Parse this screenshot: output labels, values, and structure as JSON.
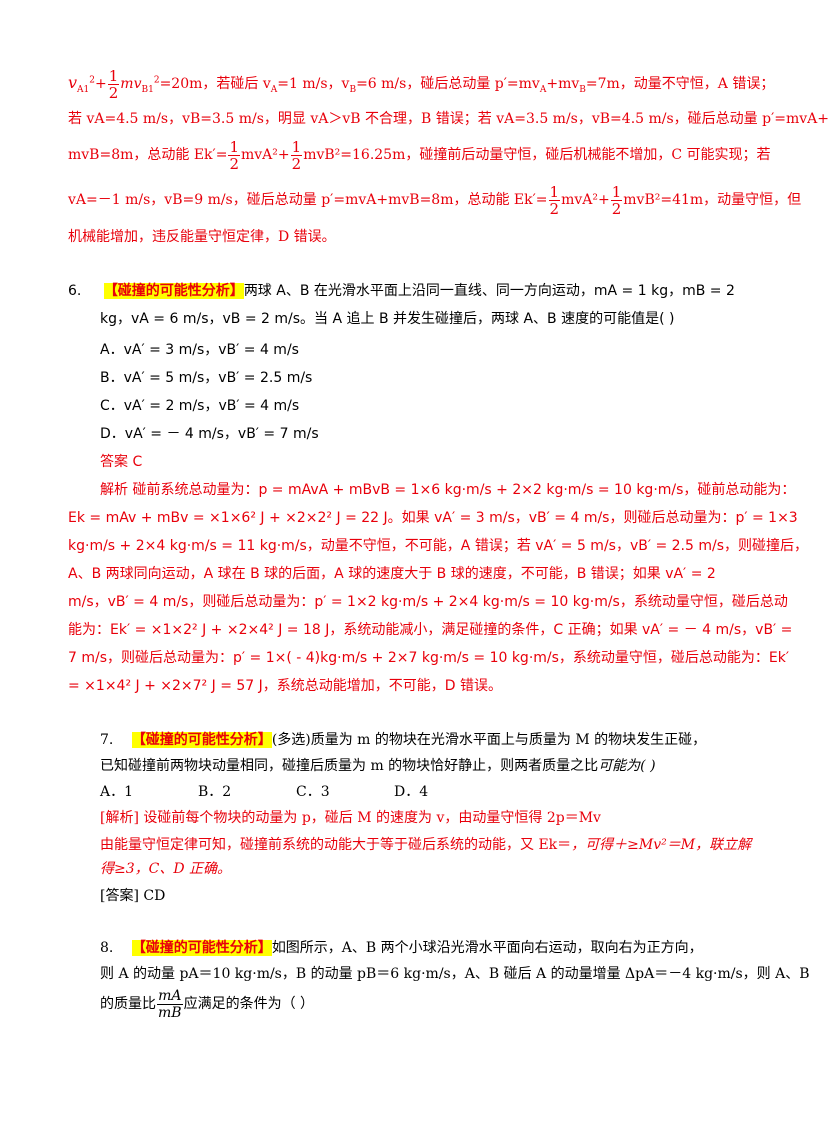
{
  "block5": {
    "l1_a": "v",
    "l1_b": "A1",
    "l1_c": "2",
    "l1_d": "+",
    "l1_frac_num": "1",
    "l1_frac_den": "2",
    "l1_e": "mv",
    "l1_f": "B1",
    "l1_g": "2",
    "l1_h": "=20m，若碰后 v",
    "l1_i": "A",
    "l1_j": "=1 m/s，v",
    "l1_k": "B",
    "l1_l": "=6 m/s，碰后总动量 p′=mv",
    "l1_m": "A",
    "l1_n": "+mv",
    "l1_o": "B",
    "l1_p": "=7m，动量不守恒，A 错误；",
    "l2": "若 vA=4.5 m/s，vB=3.5 m/s，明显 vA＞vB 不合理，B 错误；若 vA=3.5 m/s，vB=4.5 m/s，碰后总动量 p′=mvA+",
    "l3_a": "mvB=8m，总动能 Ek′=",
    "l3_b": "mvA²+",
    "l3_c": "mvB²=16.25m，碰撞前后动量守恒，碰后机械能不增加，C 可能实现；若",
    "l4_a": "vA=－1 m/s，vB=9 m/s，碰后总动量 p′=mvA+mvB=8m，总动能 Ek′=",
    "l4_b": "mvA²+",
    "l4_c": "mvB²=41m，动量守恒，但",
    "l5": "机械能增加，违反能量守恒定律，D 错误。"
  },
  "q6": {
    "number": "6.",
    "tag": "【碰撞的可能性分析】",
    "stem1": "两球 A、B 在光滑水平面上沿同一直线、同一方向运动，mA = 1  kg，mB = 2",
    "stem2": "kg，vA = 6  m/s，vB = 2  m/s。当 A 追上 B 并发生碰撞后，两球 A、B 速度的可能值是(        )",
    "options": [
      "A．vA′ = 3  m/s，vB′ = 4  m/s",
      "B．vA′ = 5  m/s，vB′ = 2.5  m/s",
      "C．vA′ = 2  m/s，vB′ = 4  m/s",
      "D．vA′ = － 4  m/s，vB′ = 7  m/s"
    ],
    "answer": "答案    C",
    "analysis": [
      "解析    碰前系统总动量为：p = mAvA + mBvB = 1×6  kg·m/s + 2×2  kg·m/s = 10  kg·m/s，碰前总动能为：",
      "Ek = mAv + mBv = ×1×6²  J + ×2×2²  J = 22  J。如果 vA′ = 3  m/s，vB′ = 4  m/s，则碰后总动量为：p′ = 1×3",
      "kg·m/s + 2×4  kg·m/s = 11  kg·m/s，动量不守恒，不可能，A 错误；若 vA′ = 5  m/s，vB′ = 2.5  m/s，则碰撞后，",
      "A、B 两球同向运动，A 球在 B 球的后面，A 球的速度大于 B 球的速度，不可能，B 错误；如果 vA′ = 2",
      "m/s，vB′ = 4  m/s，则碰后总动量为：p′ = 1×2  kg·m/s + 2×4  kg·m/s = 10  kg·m/s，系统动量守恒，碰后总动",
      "能为：Ek′ = ×1×2²  J + ×2×4²  J = 18  J，系统动能减小，满足碰撞的条件，C 正确；如果 vA′ = － 4  m/s，vB′ =",
      "7  m/s，则碰后总动量为：p′ = 1×( - 4)kg·m/s + 2×7  kg·m/s = 10  kg·m/s，系统动量守恒，碰后总动能为：Ek′",
      "= ×1×4²  J + ×2×7²  J = 57  J，系统总动能增加，不可能，D 错误。"
    ]
  },
  "q7": {
    "number": "7.",
    "tag": "【碰撞的可能性分析】",
    "stem1": "(多选)质量为 m 的物块在光滑水平面上与质量为 M 的物块发生正碰，",
    "stem2_a": "已知碰撞前两物块动量相同，碰撞后质量为 m 的物块恰好静止，则两者质量之比",
    "stem2_b": "可能为(       )",
    "options": [
      "A．1",
      "B．2",
      "C．3",
      "D．4"
    ],
    "analysis1": "[解析]    设碰前每个物块的动量为 p，碰后 M 的速度为 v，由动量守恒得 2p＝Mv",
    "analysis2_a": "由能量守恒定律可知，碰撞前系统的动能大于等于碰后系统的动能，又 Ek＝",
    "analysis2_b": "，可得＋≥Mv²＝M，联立解",
    "analysis3": "得≥3，C、D 正确。",
    "answer": "[答案]    CD"
  },
  "q8": {
    "number": "8.",
    "tag": "【碰撞的可能性分析】",
    "stem1": "如图所示，A、B 两个小球沿光滑水平面向右运动，取向右为正方向，",
    "stem2": "则 A 的动量 pA＝10 kg·m/s，B 的动量 pB＝6 kg·m/s，A、B 碰后 A 的动量增量 ΔpA＝－4 kg·m/s，则 A、B",
    "stem3_a": "的质量比",
    "frac_num": "mA",
    "frac_den": "mB",
    "stem3_b": "应满足的条件为（        ）"
  }
}
